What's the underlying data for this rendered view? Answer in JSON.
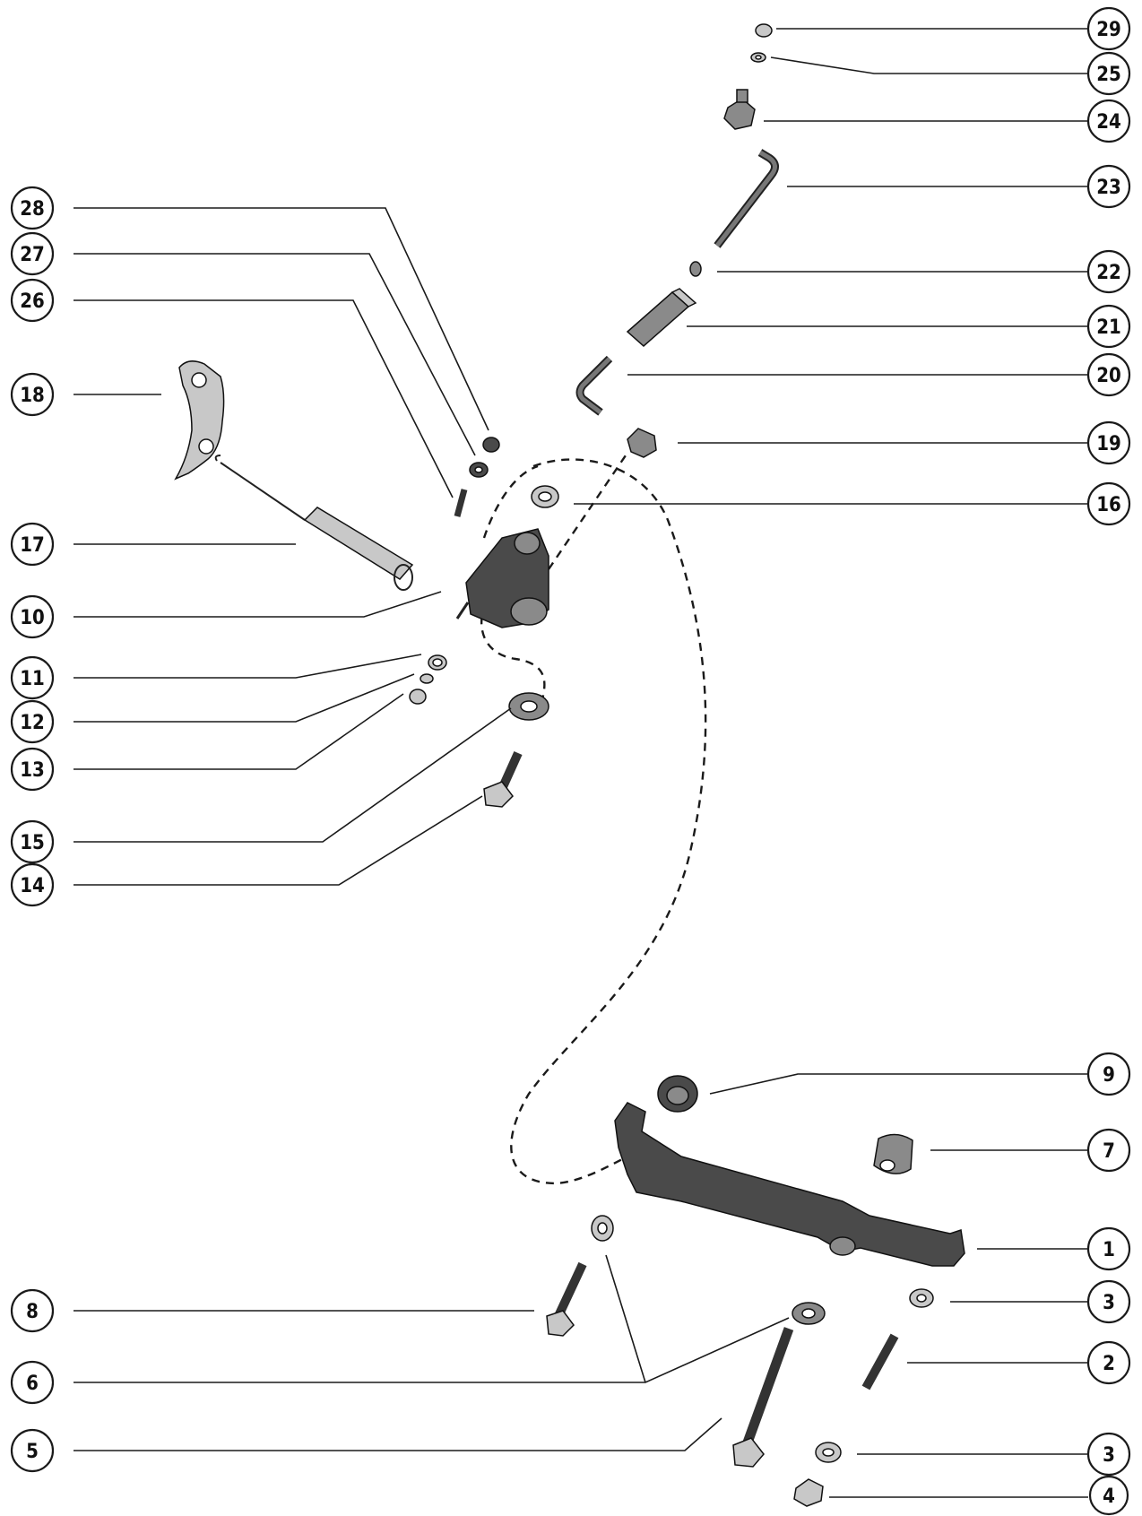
{
  "callouts": [
    {
      "id": "29",
      "label": "29"
    },
    {
      "id": "25",
      "label": "25"
    },
    {
      "id": "24",
      "label": "24"
    },
    {
      "id": "23",
      "label": "23"
    },
    {
      "id": "22",
      "label": "22"
    },
    {
      "id": "21",
      "label": "21"
    },
    {
      "id": "20",
      "label": "20"
    },
    {
      "id": "19",
      "label": "19"
    },
    {
      "id": "16",
      "label": "16"
    },
    {
      "id": "28",
      "label": "28"
    },
    {
      "id": "27",
      "label": "27"
    },
    {
      "id": "26",
      "label": "26"
    },
    {
      "id": "18",
      "label": "18"
    },
    {
      "id": "17",
      "label": "17"
    },
    {
      "id": "10",
      "label": "10"
    },
    {
      "id": "11",
      "label": "11"
    },
    {
      "id": "12",
      "label": "12"
    },
    {
      "id": "13",
      "label": "13"
    },
    {
      "id": "15",
      "label": "15"
    },
    {
      "id": "14",
      "label": "14"
    },
    {
      "id": "9",
      "label": "9"
    },
    {
      "id": "7",
      "label": "7"
    },
    {
      "id": "1",
      "label": "1"
    },
    {
      "id": "3a",
      "label": "3"
    },
    {
      "id": "2",
      "label": "2"
    },
    {
      "id": "8",
      "label": "8"
    },
    {
      "id": "6",
      "label": "6"
    },
    {
      "id": "5",
      "label": "5"
    },
    {
      "id": "3b",
      "label": "3"
    },
    {
      "id": "4",
      "label": "4"
    }
  ]
}
